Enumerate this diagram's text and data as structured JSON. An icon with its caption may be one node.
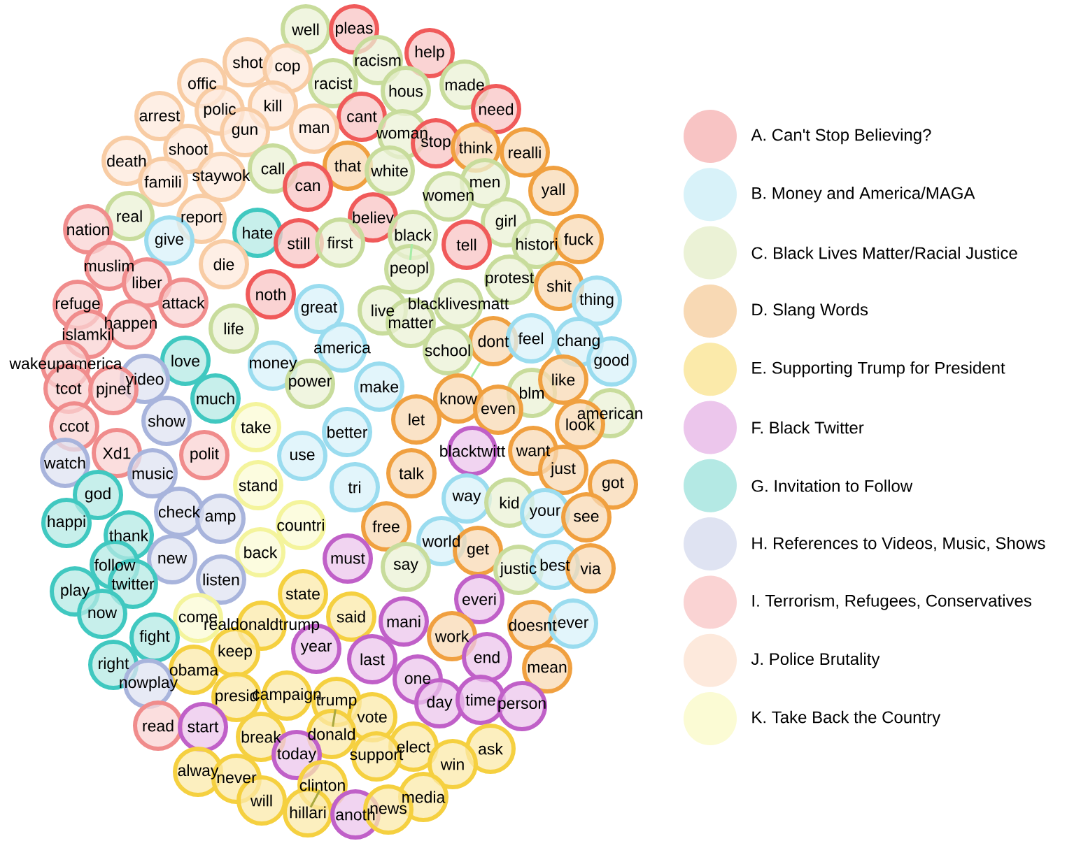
{
  "diagram": {
    "nodes": [
      {
        "text": [
          "well"
        ]
      },
      {
        "text": [
          "pleas"
        ]
      },
      {
        "text": [
          "racism"
        ]
      },
      {
        "text": [
          "help"
        ]
      },
      {
        "text": [
          "made"
        ]
      },
      {
        "text": [
          "hous"
        ]
      },
      {
        "text": [
          "racist"
        ]
      },
      {
        "text": [
          "shot"
        ]
      },
      {
        "text": [
          "cop"
        ]
      },
      {
        "text": [
          "offic"
        ]
      },
      {
        "text": [
          "kill"
        ]
      },
      {
        "text": [
          "polic"
        ]
      },
      {
        "text": [
          "arrest"
        ]
      },
      {
        "text": [
          "cant"
        ]
      },
      {
        "text": [
          "need"
        ]
      },
      {
        "text": [
          "man"
        ]
      },
      {
        "text": [
          "gun"
        ]
      },
      {
        "text": [
          "woman"
        ]
      },
      {
        "text": [
          "stop"
        ]
      },
      {
        "text": [
          "think"
        ]
      },
      {
        "text": [
          "realli"
        ]
      },
      {
        "text": [
          "shoot"
        ]
      },
      {
        "text": [
          "death"
        ]
      },
      {
        "text": [
          "call"
        ]
      },
      {
        "text": [
          "that"
        ]
      },
      {
        "text": [
          "white"
        ]
      },
      {
        "text": [
          "famili"
        ]
      },
      {
        "text": [
          "staywok"
        ]
      },
      {
        "text": [
          "can"
        ]
      },
      {
        "text": [
          "men"
        ]
      },
      {
        "text": [
          "yall"
        ]
      },
      {
        "text": [
          "women"
        ]
      },
      {
        "text": [
          "real"
        ]
      },
      {
        "text": [
          "report"
        ]
      },
      {
        "text": [
          "believ"
        ]
      },
      {
        "text": [
          "girl"
        ]
      },
      {
        "text": [
          "nation"
        ]
      },
      {
        "text": [
          "hate"
        ]
      },
      {
        "text": [
          "give"
        ]
      },
      {
        "text": [
          "still"
        ]
      },
      {
        "text": [
          "first"
        ]
      },
      {
        "text": [
          "black"
        ]
      },
      {
        "text": [
          "tell"
        ]
      },
      {
        "text": [
          "histori"
        ]
      },
      {
        "text": [
          "fuck"
        ]
      },
      {
        "text": [
          "muslim"
        ]
      },
      {
        "text": [
          "die"
        ]
      },
      {
        "text": [
          "peopl"
        ]
      },
      {
        "text": [
          "liber"
        ]
      },
      {
        "text": [
          "protest"
        ]
      },
      {
        "text": [
          "shit"
        ]
      },
      {
        "text": [
          "thing"
        ]
      },
      {
        "text": [
          "refuge"
        ]
      },
      {
        "text": [
          "attack"
        ]
      },
      {
        "text": [
          "noth"
        ]
      },
      {
        "text": [
          "great"
        ]
      },
      {
        "text": [
          "live"
        ]
      },
      {
        "text": [
          "blacklivesmatt"
        ]
      },
      {
        "text": [
          "happen"
        ]
      },
      {
        "text": [
          "islamkil"
        ]
      },
      {
        "text": [
          "life"
        ]
      },
      {
        "text": [
          "matter"
        ]
      },
      {
        "text": [
          "america"
        ]
      },
      {
        "text": [
          "dont"
        ]
      },
      {
        "text": [
          "feel"
        ]
      },
      {
        "text": [
          "chang"
        ]
      },
      {
        "text": [
          "good"
        ]
      },
      {
        "text": [
          "wakeupamerica"
        ]
      },
      {
        "text": [
          "love"
        ]
      },
      {
        "text": [
          "money"
        ]
      },
      {
        "text": [
          "school"
        ]
      },
      {
        "text": [
          "video"
        ]
      },
      {
        "text": [
          "tcot"
        ]
      },
      {
        "text": [
          "pjnet"
        ]
      },
      {
        "text": [
          "power"
        ]
      },
      {
        "text": [
          "make"
        ]
      },
      {
        "text": [
          "much"
        ]
      },
      {
        "text": [
          "blm"
        ]
      },
      {
        "text": [
          "like"
        ]
      },
      {
        "text": [
          "american"
        ]
      },
      {
        "text": [
          "know"
        ]
      },
      {
        "text": [
          "even"
        ]
      },
      {
        "text": [
          "ccot"
        ]
      },
      {
        "text": [
          "show"
        ]
      },
      {
        "text": [
          "take"
        ]
      },
      {
        "text": [
          "let"
        ]
      },
      {
        "text": [
          "look"
        ]
      },
      {
        "text": [
          "better"
        ]
      },
      {
        "text": [
          "watch"
        ]
      },
      {
        "text": [
          "Xd1"
        ]
      },
      {
        "text": [
          "polit"
        ]
      },
      {
        "text": [
          "blacktwitt"
        ]
      },
      {
        "text": [
          "want"
        ]
      },
      {
        "text": [
          "music"
        ]
      },
      {
        "text": [
          "use"
        ]
      },
      {
        "text": [
          "stand"
        ]
      },
      {
        "text": [
          "talk"
        ]
      },
      {
        "text": [
          "tri"
        ]
      },
      {
        "text": [
          "just"
        ]
      },
      {
        "text": [
          "got"
        ]
      },
      {
        "text": [
          "god"
        ]
      },
      {
        "text": [
          "check"
        ]
      },
      {
        "text": [
          "amp"
        ]
      },
      {
        "text": [
          "way"
        ]
      },
      {
        "text": [
          "kid"
        ]
      },
      {
        "text": [
          "your"
        ]
      },
      {
        "text": [
          "see"
        ]
      },
      {
        "text": [
          "happi"
        ]
      },
      {
        "text": [
          "thank"
        ]
      },
      {
        "text": [
          "countri"
        ]
      },
      {
        "text": [
          "free"
        ]
      },
      {
        "text": [
          "back"
        ]
      },
      {
        "text": [
          "world"
        ]
      },
      {
        "text": [
          "get"
        ]
      },
      {
        "text": [
          "new"
        ]
      },
      {
        "text": [
          "follow"
        ]
      },
      {
        "text": [
          "must"
        ]
      },
      {
        "text": [
          "say"
        ]
      },
      {
        "text": [
          "justic"
        ]
      },
      {
        "text": [
          "best"
        ]
      },
      {
        "text": [
          "via"
        ]
      },
      {
        "text": [
          "twitter"
        ]
      },
      {
        "text": [
          "listen"
        ]
      },
      {
        "text": [
          "play"
        ]
      },
      {
        "text": [
          "state"
        ]
      },
      {
        "text": [
          "everi"
        ]
      },
      {
        "text": [
          "now"
        ]
      },
      {
        "text": [
          "come"
        ]
      },
      {
        "text": [
          "realdonaldtrump"
        ]
      },
      {
        "text": [
          "said"
        ]
      },
      {
        "text": [
          "mani"
        ]
      },
      {
        "text": [
          "doesnt"
        ]
      },
      {
        "text": [
          "ever"
        ]
      },
      {
        "text": [
          "fight"
        ]
      },
      {
        "text": [
          "work"
        ]
      },
      {
        "text": [
          "year"
        ]
      },
      {
        "text": [
          "keep"
        ]
      },
      {
        "text": [
          "last"
        ]
      },
      {
        "text": [
          "end"
        ]
      },
      {
        "text": [
          "right"
        ]
      },
      {
        "text": [
          "obama"
        ]
      },
      {
        "text": [
          "nowplay"
        ]
      },
      {
        "text": [
          "one"
        ]
      },
      {
        "text": [
          "mean"
        ]
      },
      {
        "text": [
          "presid"
        ]
      },
      {
        "text": [
          "campaign"
        ]
      },
      {
        "text": [
          "trump"
        ]
      },
      {
        "text": [
          "day"
        ]
      },
      {
        "text": [
          "time"
        ]
      },
      {
        "text": [
          "person"
        ]
      },
      {
        "text": [
          "vote"
        ]
      },
      {
        "text": [
          "read"
        ]
      },
      {
        "text": [
          "start"
        ]
      },
      {
        "text": [
          "break"
        ]
      },
      {
        "text": [
          "donald"
        ]
      },
      {
        "text": [
          "elect"
        ]
      },
      {
        "text": [
          "ask"
        ]
      },
      {
        "text": [
          "today"
        ]
      },
      {
        "text": [
          "support"
        ]
      },
      {
        "text": [
          "alway"
        ]
      },
      {
        "text": [
          "never"
        ]
      },
      {
        "text": [
          "win"
        ]
      },
      {
        "text": [
          "will"
        ]
      },
      {
        "text": [
          "clinton"
        ]
      },
      {
        "text": [
          "media"
        ]
      },
      {
        "text": [
          "hillari"
        ]
      },
      {
        "text": [
          "anoth"
        ]
      },
      {
        "text": [
          "news"
        ]
      }
    ],
    "edges": [
      {
        "from": 47,
        "to": 41,
        "arrow": "none"
      },
      {
        "from": 63,
        "to": 80,
        "arrow": "none"
      },
      {
        "from": 146,
        "to": 154,
        "arrow": "none",
        "color": "#a8a840"
      },
      {
        "from": 163,
        "to": 165,
        "arrow": "none",
        "color": "#a8a840"
      }
    ],
    "legend": [
      {
        "text": "A. Can't Stop Believing?",
        "color": "#f8c4c4"
      },
      {
        "text": "B. Money and America/MAGA",
        "color": "#d8f2f9"
      },
      {
        "text": "C. Black Lives Matter/Racial Justice",
        "color": "#ebf2d6"
      },
      {
        "text": "D. Slang Words",
        "color": "#f8d9b4"
      },
      {
        "text": "E. Supporting Trump for President",
        "color": "#fbeaaa"
      },
      {
        "text": "F. Black Twitter",
        "color": "#ecc6ec"
      },
      {
        "text": "G. Invitation to Follow",
        "color": "#b4e9e4"
      },
      {
        "text": "H. References to Videos, Music, Shows",
        "color": "#dfe3f2"
      },
      {
        "text": "I. Terrorism, Refugees, Conservatives",
        "color": "#fad3d3"
      },
      {
        "text": "J. Police Brutality",
        "color": "#fde9dc"
      },
      {
        "text": "K. Take Back the Country",
        "color": "#fbfbd4"
      }
    ]
  }
}
